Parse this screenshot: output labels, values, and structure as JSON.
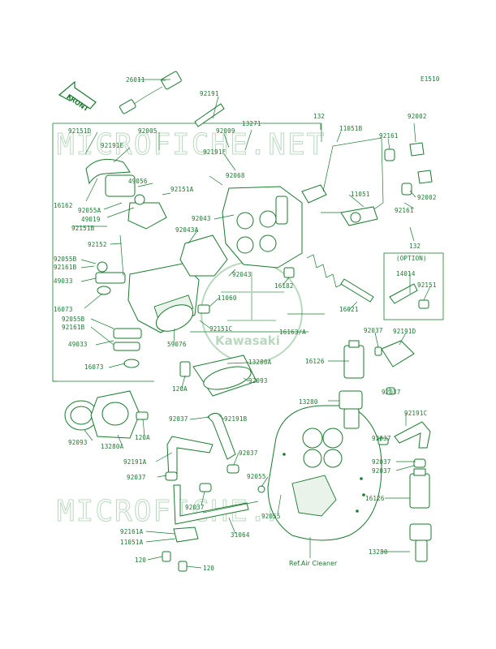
{
  "diagram_code": "E1510",
  "front_label": "FRONT",
  "option_label": "(OPTION)",
  "ref_label": "Ref.Air Cleaner",
  "watermark": "MICROFICHE.NET",
  "logo_text": "Kawasaki",
  "accent_color": "#1a7a2e",
  "parts": {
    "p26011": "26011",
    "p92191": "92191",
    "p92151d": "92151D",
    "p92005": "92005",
    "p92191e": "92191E",
    "p92009": "92009",
    "p13271": "13271",
    "p132a": "132",
    "p11051b": "11051B",
    "p92002a": "92002",
    "p92161a": "92161",
    "p92191f": "92191F",
    "p92068": "92068",
    "p49056": "49056",
    "p92151a": "92151A",
    "p16162": "16162",
    "p92055a": "92055A",
    "p49019": "49019",
    "p92151b": "92151B",
    "p11051": "11051",
    "p92002b": "92002",
    "p92161b": "92161",
    "p132b": "132",
    "p92043a1": "92043",
    "p92043a": "92043A",
    "p92152": "92152",
    "p92055b1": "92055B",
    "p92161b1": "92161B",
    "p49033a": "49033",
    "p16073a": "16073",
    "p92043b": "92043",
    "p16182": "16182",
    "p14014": "14014",
    "p92151": "92151",
    "p11060": "11060",
    "p16021": "16021",
    "p92055b2": "92055B",
    "p92161b2": "92161B",
    "p92151c": "92151C",
    "p16163a": "16163/A",
    "p49033b": "49033",
    "p59076": "59076",
    "p92037a": "92037",
    "p92191d": "92191D",
    "p13280a1": "13280A",
    "p16126a": "16126",
    "p16073b": "16073",
    "p92093a": "92093",
    "p120a1": "120A",
    "p92037b": "92037",
    "p13280": "13280",
    "p92093b": "92093",
    "p13280a2": "13280A",
    "p120a2": "120A",
    "p92037c": "92037",
    "p92191b": "92191B",
    "p92191c": "92191C",
    "p92037d": "92037",
    "p92191a": "92191A",
    "p92037e": "92037",
    "p92037f": "92037",
    "p92037g": "92037",
    "p92055a2": "92055",
    "p92037h": "92037",
    "p92055b3": "92055",
    "p16126b": "16126",
    "p92161a2": "92161A",
    "p31064": "31064",
    "p11051a": "11051A",
    "p120b": "120",
    "p120c": "120",
    "p13280b": "13280"
  }
}
